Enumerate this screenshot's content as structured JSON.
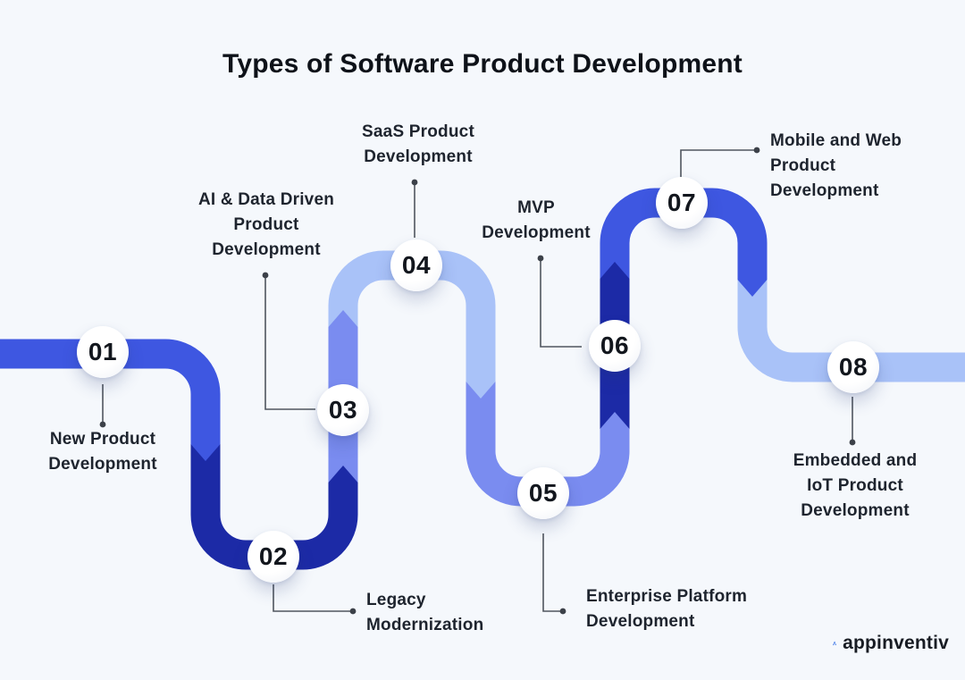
{
  "title": "Types of Software Product Development",
  "colors": {
    "background": "#f5f8fc",
    "royal_blue": "#3E57E1",
    "navy": "#1C2AA6",
    "periwinkle": "#7A8CF0",
    "light_blue": "#A9C2F8",
    "connector": "#50565e",
    "connector_dot": "#3c4149",
    "logo_blue": "#2E6CE6"
  },
  "steps": [
    {
      "number": "01",
      "label": "New Product Development",
      "lines": [
        "New Product",
        "Development"
      ]
    },
    {
      "number": "02",
      "label": "Legacy Modernization",
      "lines": [
        "Legacy",
        "Modernization"
      ]
    },
    {
      "number": "03",
      "label": "AI & Data Driven Product Development",
      "lines": [
        "AI & Data Driven",
        "Product",
        "Development"
      ]
    },
    {
      "number": "04",
      "label": "SaaS Product Development",
      "lines": [
        "SaaS Product",
        "Development"
      ]
    },
    {
      "number": "05",
      "label": "Enterprise Platform Development",
      "lines": [
        "Enterprise Platform",
        "Development"
      ]
    },
    {
      "number": "06",
      "label": "MVP Development",
      "lines": [
        "MVP",
        "Development"
      ]
    },
    {
      "number": "07",
      "label": "Mobile and Web Product Development",
      "lines": [
        "Mobile and Web",
        "Product",
        "Development"
      ]
    },
    {
      "number": "08",
      "label": "Embedded and IoT Product Development",
      "lines": [
        "Embedded and",
        "IoT Product",
        "Development"
      ]
    }
  ],
  "brand": {
    "name": "appinventiv"
  }
}
